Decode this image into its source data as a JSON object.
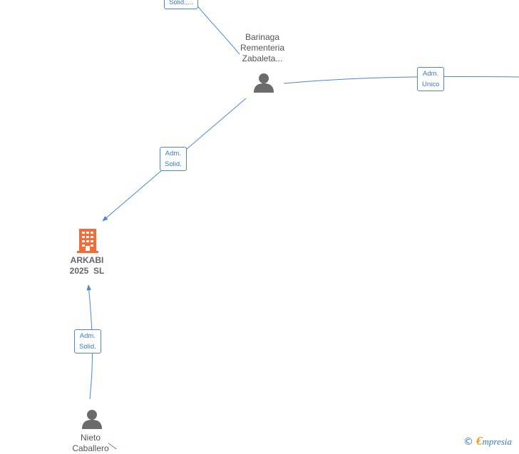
{
  "nodes": {
    "barinaga": {
      "name_lines": [
        "Barinaga",
        "Rementeria",
        "Zabaleta..."
      ]
    },
    "arkabi": {
      "name_lines": [
        "ARKABI",
        "2025  SL"
      ]
    },
    "nieto": {
      "name_lines": [
        "Nieto",
        "Caballero"
      ]
    }
  },
  "edges": {
    "top_partial": {
      "lines": [
        "Solid.,..."
      ]
    },
    "barinaga_to_arkabi": {
      "lines": [
        "Adm.",
        "Solid."
      ]
    },
    "barinaga_to_right": {
      "lines": [
        "Adm.",
        "Unico"
      ]
    },
    "nieto_to_arkabi": {
      "lines": [
        "Adm.",
        "Solid."
      ]
    }
  },
  "colors": {
    "edge": "#4a86d4",
    "company_icon": "#f26b38",
    "person_icon": "#6b6b6b"
  },
  "footer": {
    "copyright_symbol": "©",
    "brand_initial": "€",
    "brand_rest": "mpresia"
  }
}
